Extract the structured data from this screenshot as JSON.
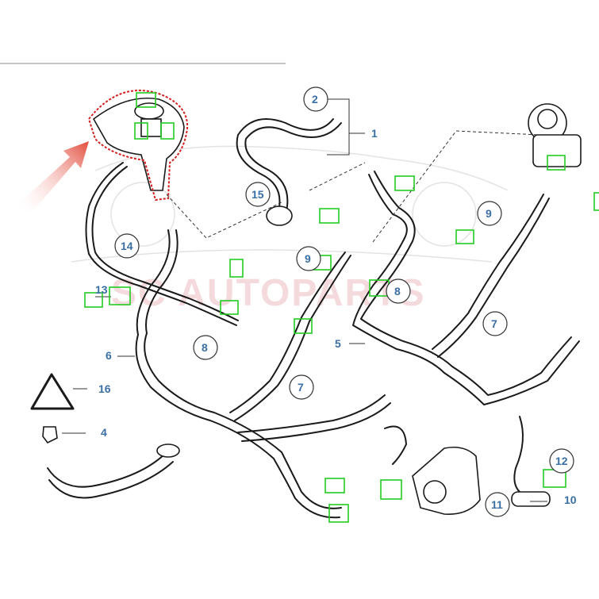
{
  "diagram": {
    "callouts": [
      {
        "id": "c1",
        "label": "1"
      },
      {
        "id": "c2",
        "label": "2"
      },
      {
        "id": "c4",
        "label": "4"
      },
      {
        "id": "c5",
        "label": "5"
      },
      {
        "id": "c6",
        "label": "6"
      },
      {
        "id": "c7a",
        "label": "7"
      },
      {
        "id": "c7b",
        "label": "7"
      },
      {
        "id": "c8a",
        "label": "8"
      },
      {
        "id": "c8b",
        "label": "8"
      },
      {
        "id": "c9a",
        "label": "9"
      },
      {
        "id": "c9b",
        "label": "9"
      },
      {
        "id": "c10",
        "label": "10"
      },
      {
        "id": "c11",
        "label": "11"
      },
      {
        "id": "c12",
        "label": "12"
      },
      {
        "id": "c13",
        "label": "13"
      },
      {
        "id": "c14",
        "label": "14"
      },
      {
        "id": "c15",
        "label": "15"
      },
      {
        "id": "c16",
        "label": "16"
      }
    ],
    "highlight_color": "#d42020",
    "marker_color": "#22cc22",
    "callout_color": "#3a6fa5",
    "watermark": "SC AUTOPARTS"
  }
}
